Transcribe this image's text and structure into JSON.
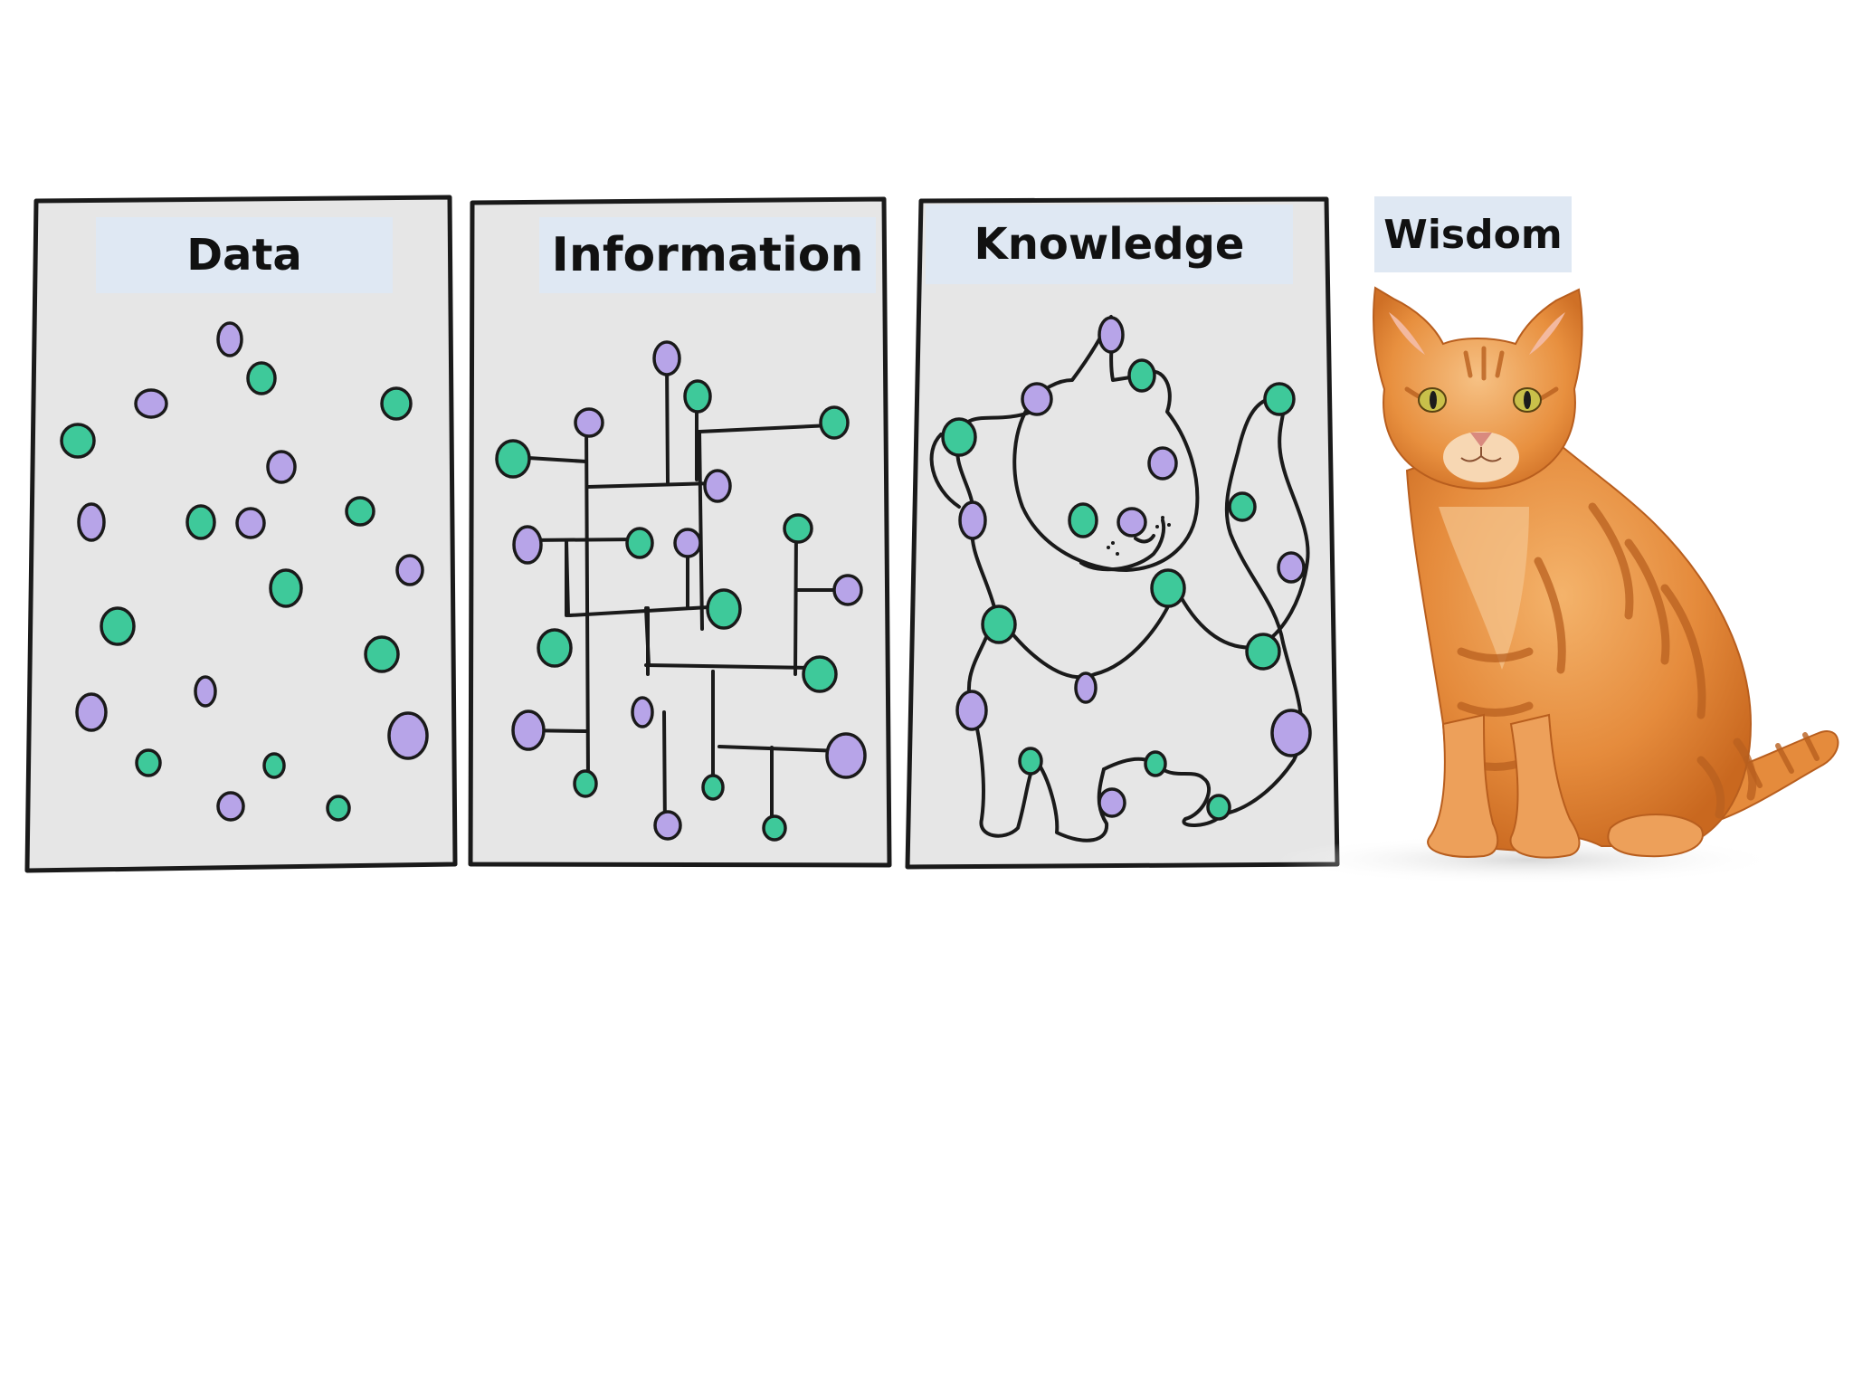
{
  "panels": [
    {
      "id": "data",
      "label": "Data"
    },
    {
      "id": "information",
      "label": "Information"
    },
    {
      "id": "knowledge",
      "label": "Knowledge"
    },
    {
      "id": "wisdom",
      "label": "Wisdom"
    }
  ],
  "colors": {
    "panel_bg": "#e6e6e6",
    "label_bg": "#dfe8f3",
    "outline": "#1a1a1a",
    "dot_green": "#3ec99a",
    "dot_purple": "#b7a4e8",
    "cat_orange": "#e58b3c"
  }
}
